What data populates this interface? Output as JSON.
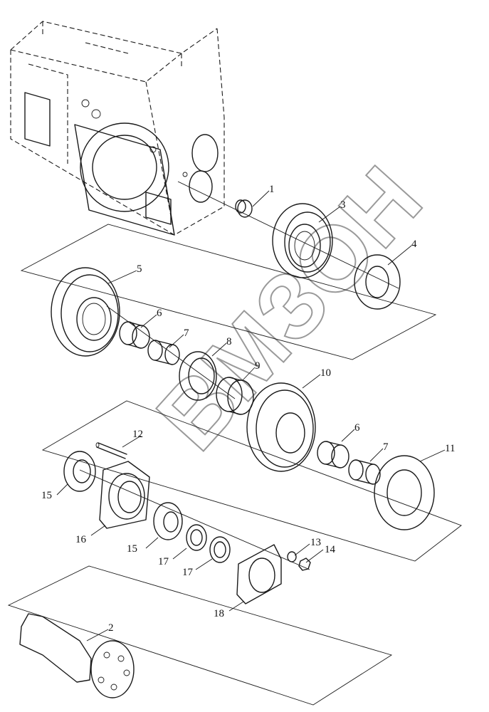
{
  "watermark": "ВМЗОН",
  "callouts": [
    "1",
    "2",
    "3",
    "4",
    "5",
    "6",
    "7",
    "8",
    "9",
    "10",
    "11",
    "12",
    "13",
    "14",
    "15",
    "16",
    "17",
    "18"
  ],
  "colors": {
    "ink": "#1a1a1a",
    "watermark": "#9a9a9a",
    "background": "#ffffff"
  }
}
